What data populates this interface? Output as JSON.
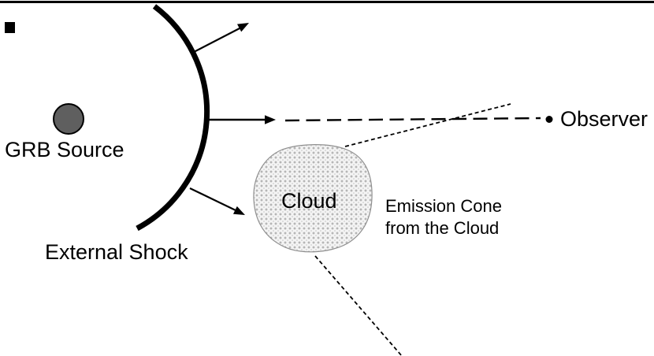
{
  "figure": {
    "kind": "physics-schematic",
    "labels": {
      "grb_source": "GRB Source",
      "external_shock": "External Shock",
      "cloud": "Cloud",
      "emission_cone_line1": "Emission Cone",
      "emission_cone_line2": "from the Cloud",
      "observer": "Observer"
    },
    "colors": {
      "ink": "#000000",
      "grb_source_fill": "#5f5f5f",
      "cloud_outline": "#8f8f8f",
      "cloud_background": "#f4f4f4",
      "cloud_dot": "#9a9a9a",
      "background": "#ffffff"
    },
    "shapes": [
      "top-border-line",
      "corner-mark",
      "grb-source-dot",
      "external-shock-arc",
      "shock-arrow-upper",
      "shock-arrow-middle",
      "shock-arrow-lower",
      "line-of-sight-dashed",
      "observer-dot",
      "cloud-blob",
      "emission-cone-upper-line",
      "emission-cone-lower-line"
    ]
  }
}
